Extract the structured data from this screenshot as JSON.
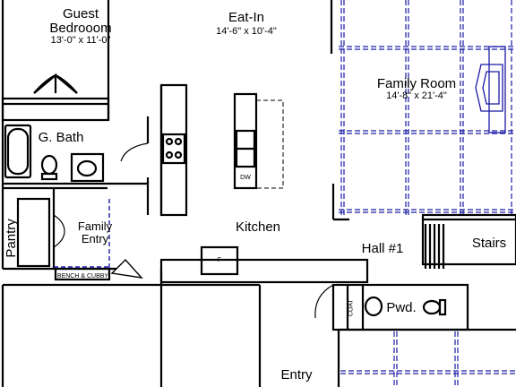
{
  "rooms": {
    "guest_bedroom": {
      "name_line1": "Guest",
      "name_line2": "Bedrooom",
      "size": "13'-0\" x 11'-0\""
    },
    "eat_in": {
      "name": "Eat-In",
      "size": "14'-6\" x 10'-4\""
    },
    "family_room": {
      "name": "Family Room",
      "size": "14'-8\" x 21'-4\""
    },
    "g_bath": {
      "name": "G. Bath"
    },
    "pantry": {
      "name": "Pantry"
    },
    "family_entry": {
      "name_line1": "Family",
      "name_line2": "Entry"
    },
    "kitchen": {
      "name": "Kitchen"
    },
    "hall": {
      "name": "Hall #1"
    },
    "stairs": {
      "name": "Stairs"
    },
    "pwd": {
      "name": "Pwd."
    },
    "entry": {
      "name": "Entry"
    }
  },
  "fixtures": {
    "dishwasher": "DW",
    "fridge": "F",
    "coat": "COAT",
    "bench": "BENCH & CUBBY"
  },
  "colors": {
    "wall": "#000000",
    "ceiling_beams": "#1a1aa8"
  }
}
